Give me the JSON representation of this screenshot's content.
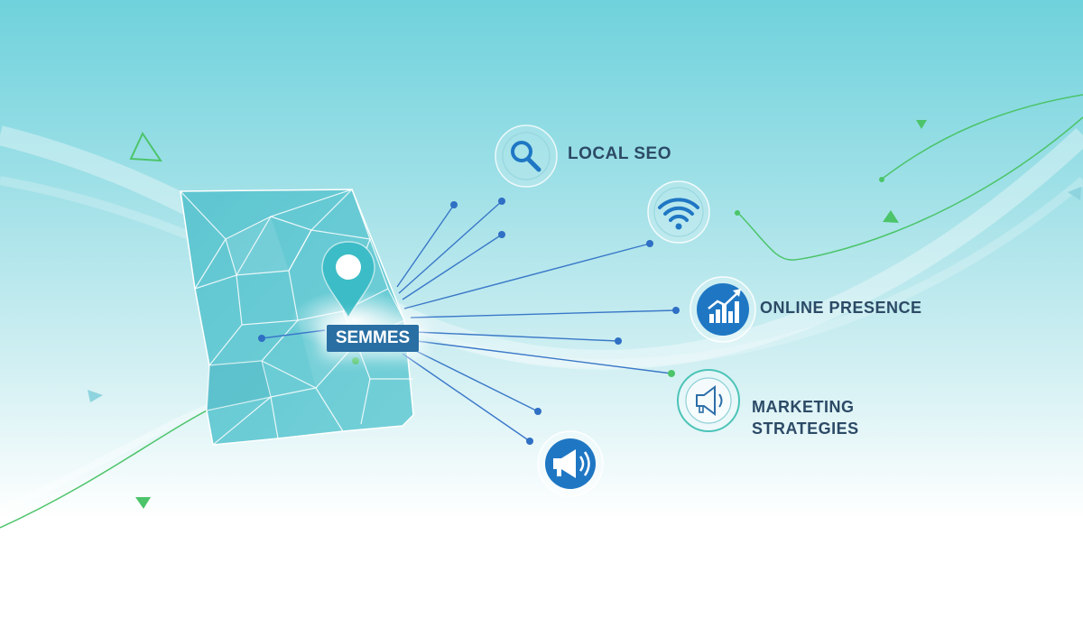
{
  "location": {
    "name": "SEMMES"
  },
  "features": {
    "local_seo": {
      "label": "LOCAL SEO",
      "icon": "magnifier-icon"
    },
    "connectivity": {
      "icon": "wifi-icon"
    },
    "online_presence": {
      "label": "ONLINE PRESENCE",
      "icon": "growth-chart-icon"
    },
    "marketing": {
      "label_line1": "MARKETING",
      "label_line2": "STRATEGIES",
      "icon": "megaphone-outline-icon"
    },
    "advertising": {
      "icon": "megaphone-icon"
    }
  },
  "colors": {
    "map_fill": "#63c8d2",
    "map_lines": "#ffffff",
    "pin": "#3cbcc6",
    "tag": "#2a6fa3",
    "label_text": "#2c4a66",
    "connector": "#3a78c8",
    "accent_green": "#4cc46a",
    "icon_blue": "#1f77c4"
  }
}
